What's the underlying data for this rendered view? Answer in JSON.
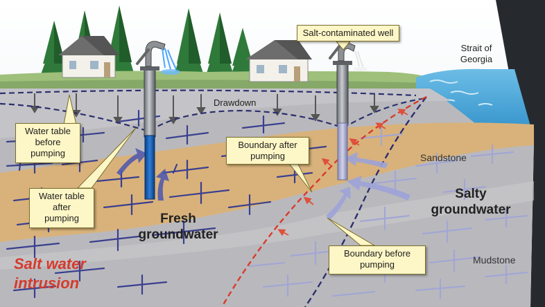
{
  "labels": {
    "salt_well": "Salt-contaminated well",
    "strait_line1": "Strait of",
    "strait_line2": "Georgia",
    "drawdown": "Drawdown",
    "wt_before_1": "Water table",
    "wt_before_2": "before",
    "wt_before_3": "pumping",
    "wt_after_1": "Water table",
    "wt_after_2": "after",
    "wt_after_3": "pumping",
    "boundary_after_1": "Boundary after",
    "boundary_after_2": "pumping",
    "boundary_before_1": "Boundary before",
    "boundary_before_2": "pumping",
    "sandstone": "Sandstone",
    "salty_1": "Salty",
    "salty_2": "groundwater",
    "fresh_1": "Fresh",
    "fresh_2": "groundwater",
    "mudstone": "Mudstone",
    "intrusion_1": "Salt water",
    "intrusion_2": "intrusion"
  },
  "colors": {
    "sky": "#eef3f7",
    "grass": "#9ec07a",
    "rock": "#b8b8bc",
    "sandstone": "#d9b27b",
    "sea": "#4aa6d8",
    "fracture": "#3a3f8f",
    "salt_fracture": "#9ea3cc",
    "boundary_after": "#d83a2a",
    "boundary_before": "#2b2f6e",
    "callout_bg": "#fdf6c6",
    "intrusion_text": "#d63a2c"
  }
}
